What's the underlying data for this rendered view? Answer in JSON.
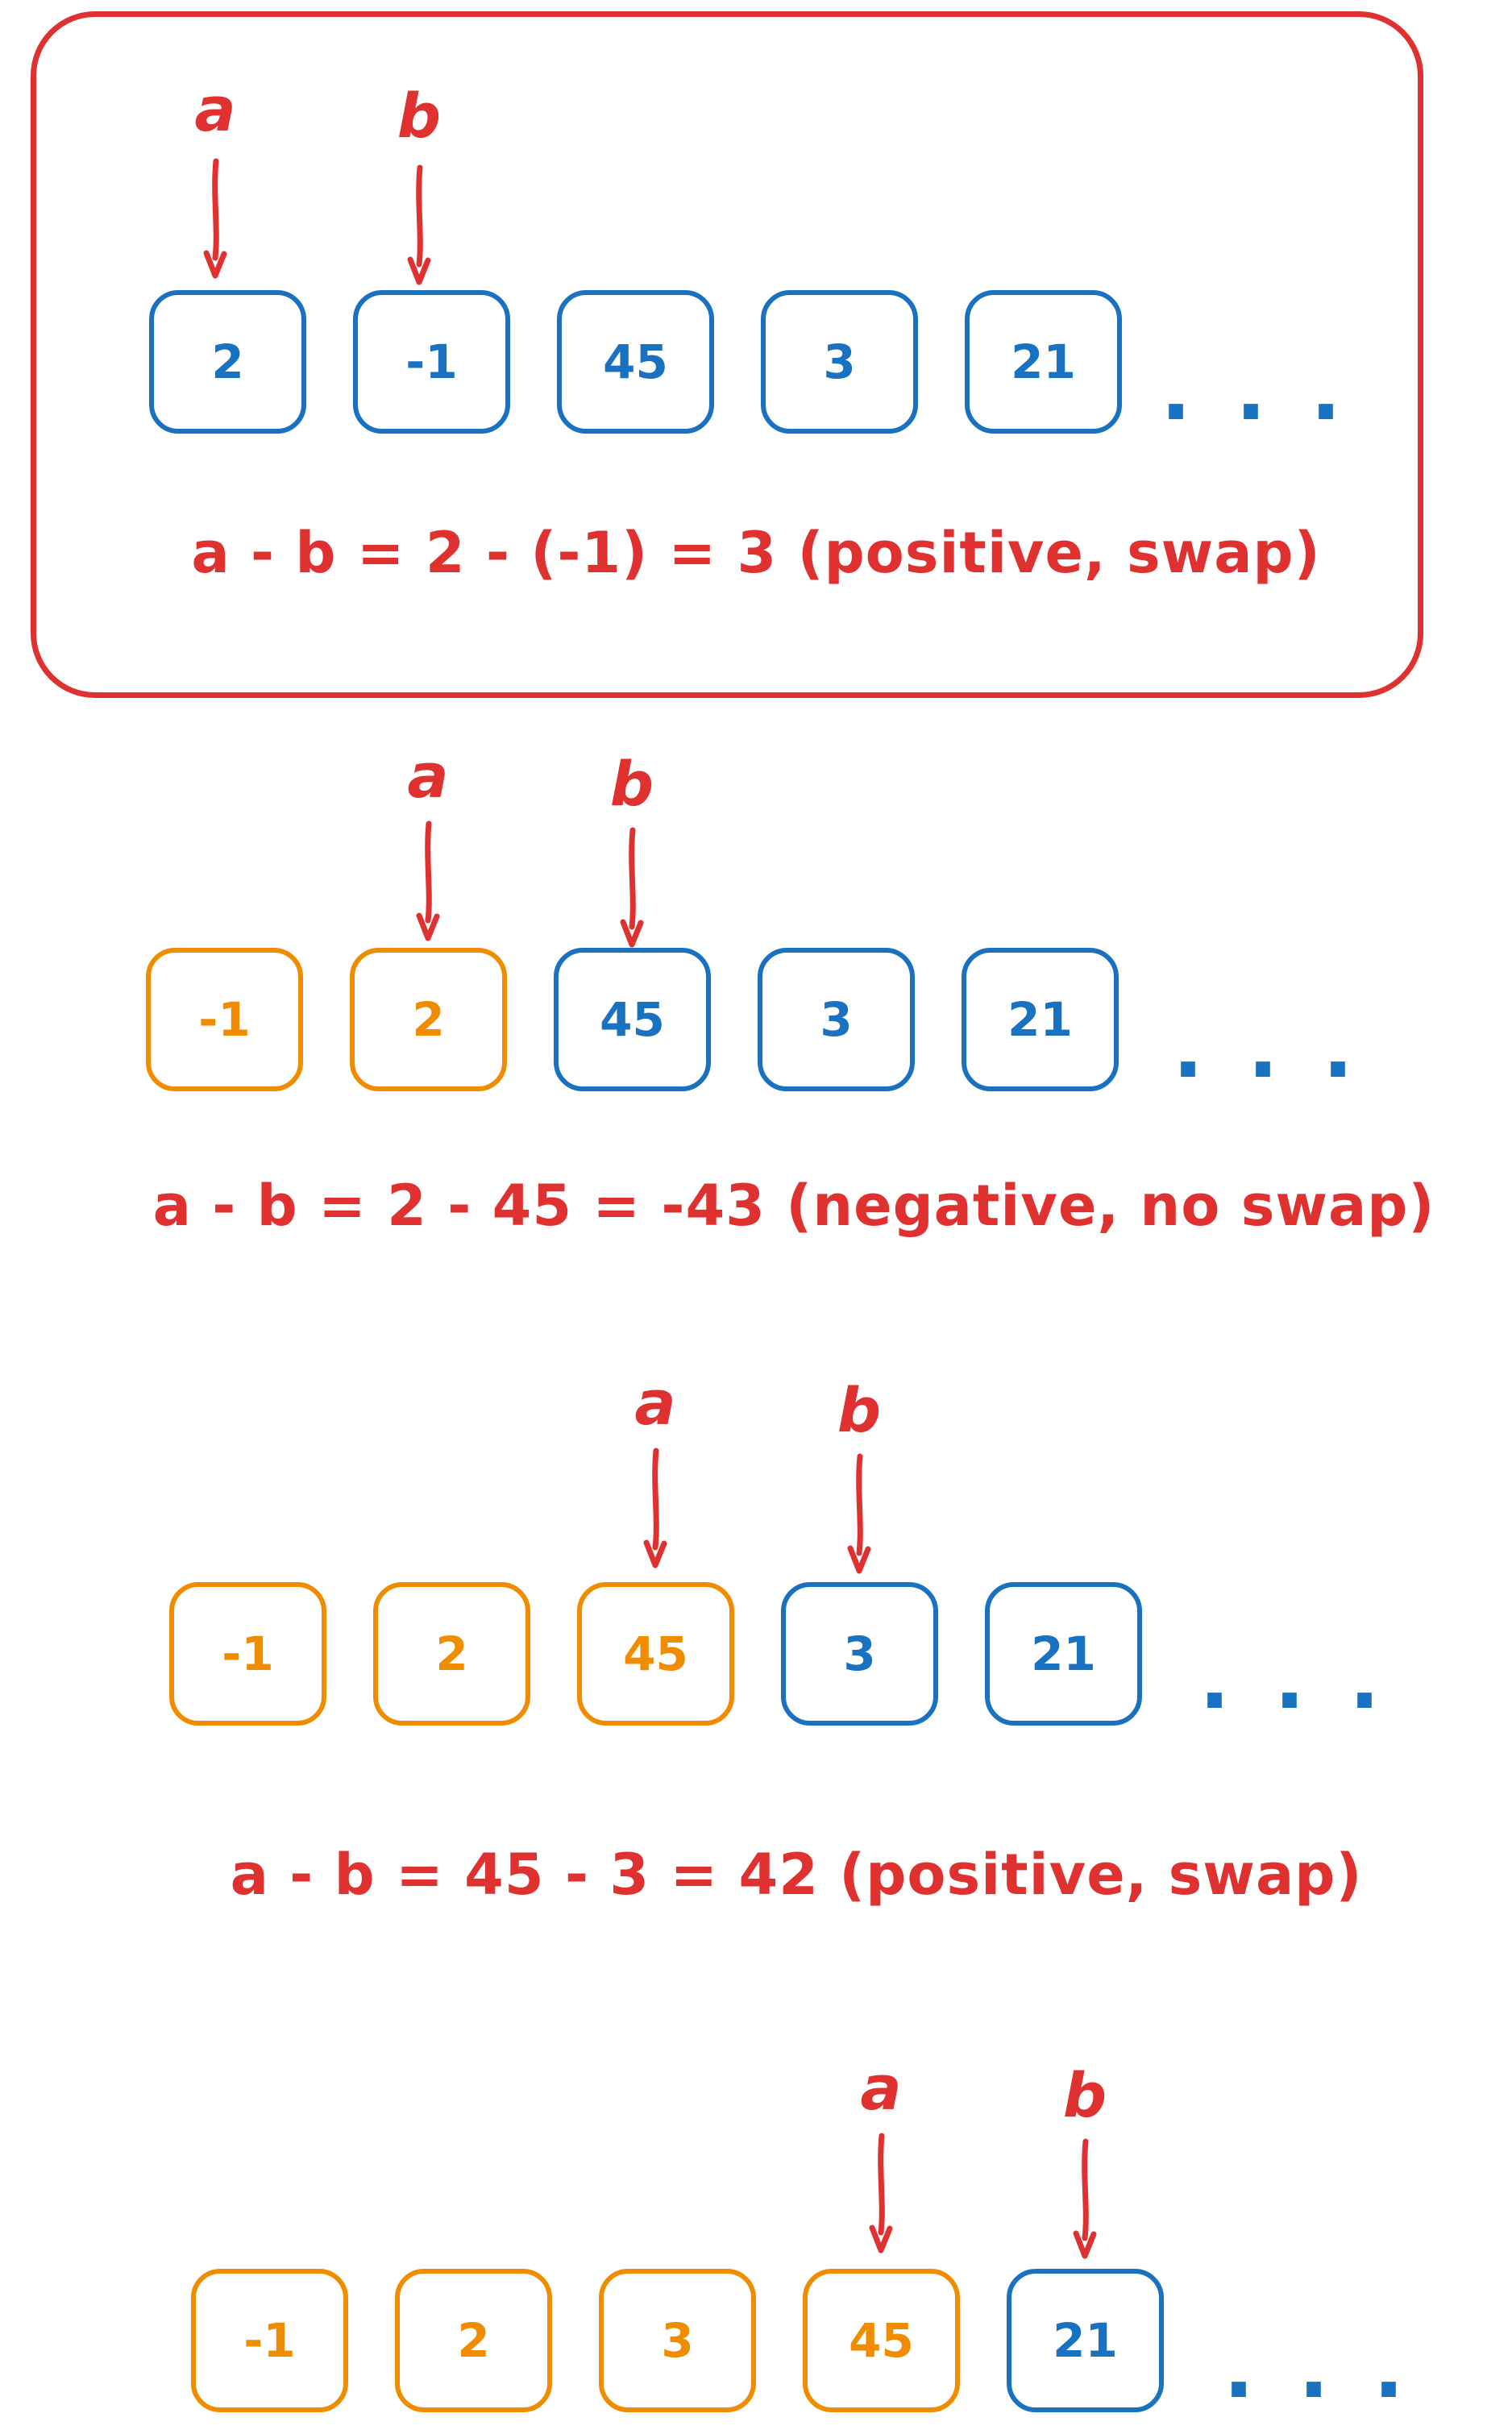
{
  "diagram": {
    "title": "bubble-sort-compare-swap-steps",
    "colors": {
      "red": "#e03131",
      "blue": "#1971c2",
      "orange": "#f08c00"
    },
    "panels": [
      {
        "framed": true,
        "pointers": {
          "a": "a",
          "b": "b"
        },
        "boxes": [
          {
            "value": "2",
            "color": "blue"
          },
          {
            "value": "-1",
            "color": "blue"
          },
          {
            "value": "45",
            "color": "blue"
          },
          {
            "value": "3",
            "color": "blue"
          },
          {
            "value": "21",
            "color": "blue"
          }
        ],
        "ellipsis": "...",
        "caption": "a - b = 2 - (-1) = 3 (positive, swap)"
      },
      {
        "framed": false,
        "pointers": {
          "a": "a",
          "b": "b"
        },
        "boxes": [
          {
            "value": "-1",
            "color": "orange"
          },
          {
            "value": "2",
            "color": "orange"
          },
          {
            "value": "45",
            "color": "blue"
          },
          {
            "value": "3",
            "color": "blue"
          },
          {
            "value": "21",
            "color": "blue"
          }
        ],
        "ellipsis": "...",
        "caption": "a - b = 2 - 45 = -43 (negative, no swap)"
      },
      {
        "framed": false,
        "pointers": {
          "a": "a",
          "b": "b"
        },
        "boxes": [
          {
            "value": "-1",
            "color": "orange"
          },
          {
            "value": "2",
            "color": "orange"
          },
          {
            "value": "45",
            "color": "orange"
          },
          {
            "value": "3",
            "color": "blue"
          },
          {
            "value": "21",
            "color": "blue"
          }
        ],
        "ellipsis": "...",
        "caption": "a - b = 45 - 3 = 42 (positive, swap)"
      },
      {
        "framed": false,
        "pointers": {
          "a": "a",
          "b": "b"
        },
        "boxes": [
          {
            "value": "-1",
            "color": "orange"
          },
          {
            "value": "2",
            "color": "orange"
          },
          {
            "value": "3",
            "color": "orange"
          },
          {
            "value": "45",
            "color": "orange"
          },
          {
            "value": "21",
            "color": "blue"
          }
        ],
        "ellipsis": "..."
      }
    ]
  }
}
